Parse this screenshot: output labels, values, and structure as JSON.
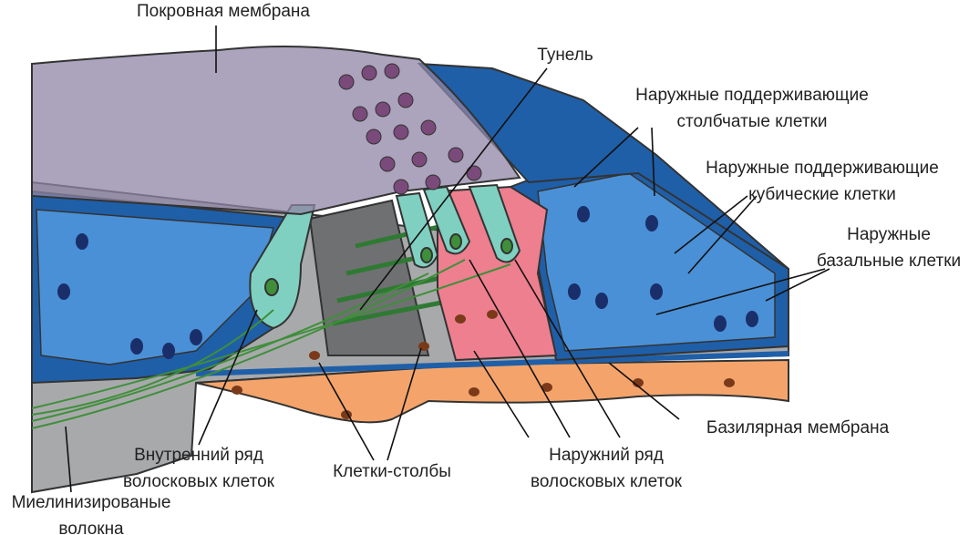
{
  "labels": {
    "tectorial_membrane": "Покровная мембрана",
    "tunnel": "Тунель",
    "outer_pillar_support": [
      "Наружные поддерживающие",
      "столбчатые клетки"
    ],
    "outer_cuboid_support": [
      "Наружные поддерживающие",
      "кубические клетки"
    ],
    "outer_basal": [
      "Наружные",
      "базальные клетки"
    ],
    "basilar_membrane": "Базилярная мембрана",
    "inner_hair_cells": [
      "Внутренний ряд",
      "волосковых клеток"
    ],
    "pillar_cells": "Клетки-столбы",
    "outer_hair_cells": [
      "Наружний ряд",
      "волосковых клеток"
    ],
    "myelinated_fibers": [
      "Миелинизированые",
      "волокна"
    ]
  },
  "colors": {
    "blue_dark": "#1f5fa8",
    "blue_light": "#4a90d6",
    "grey": "#a8a9ab",
    "orange": "#f4a46a",
    "pink": "#ee7f8f",
    "teal": "#7fd0c0",
    "membrane": "#8f86a6",
    "fiber": "#3f8f3a"
  }
}
